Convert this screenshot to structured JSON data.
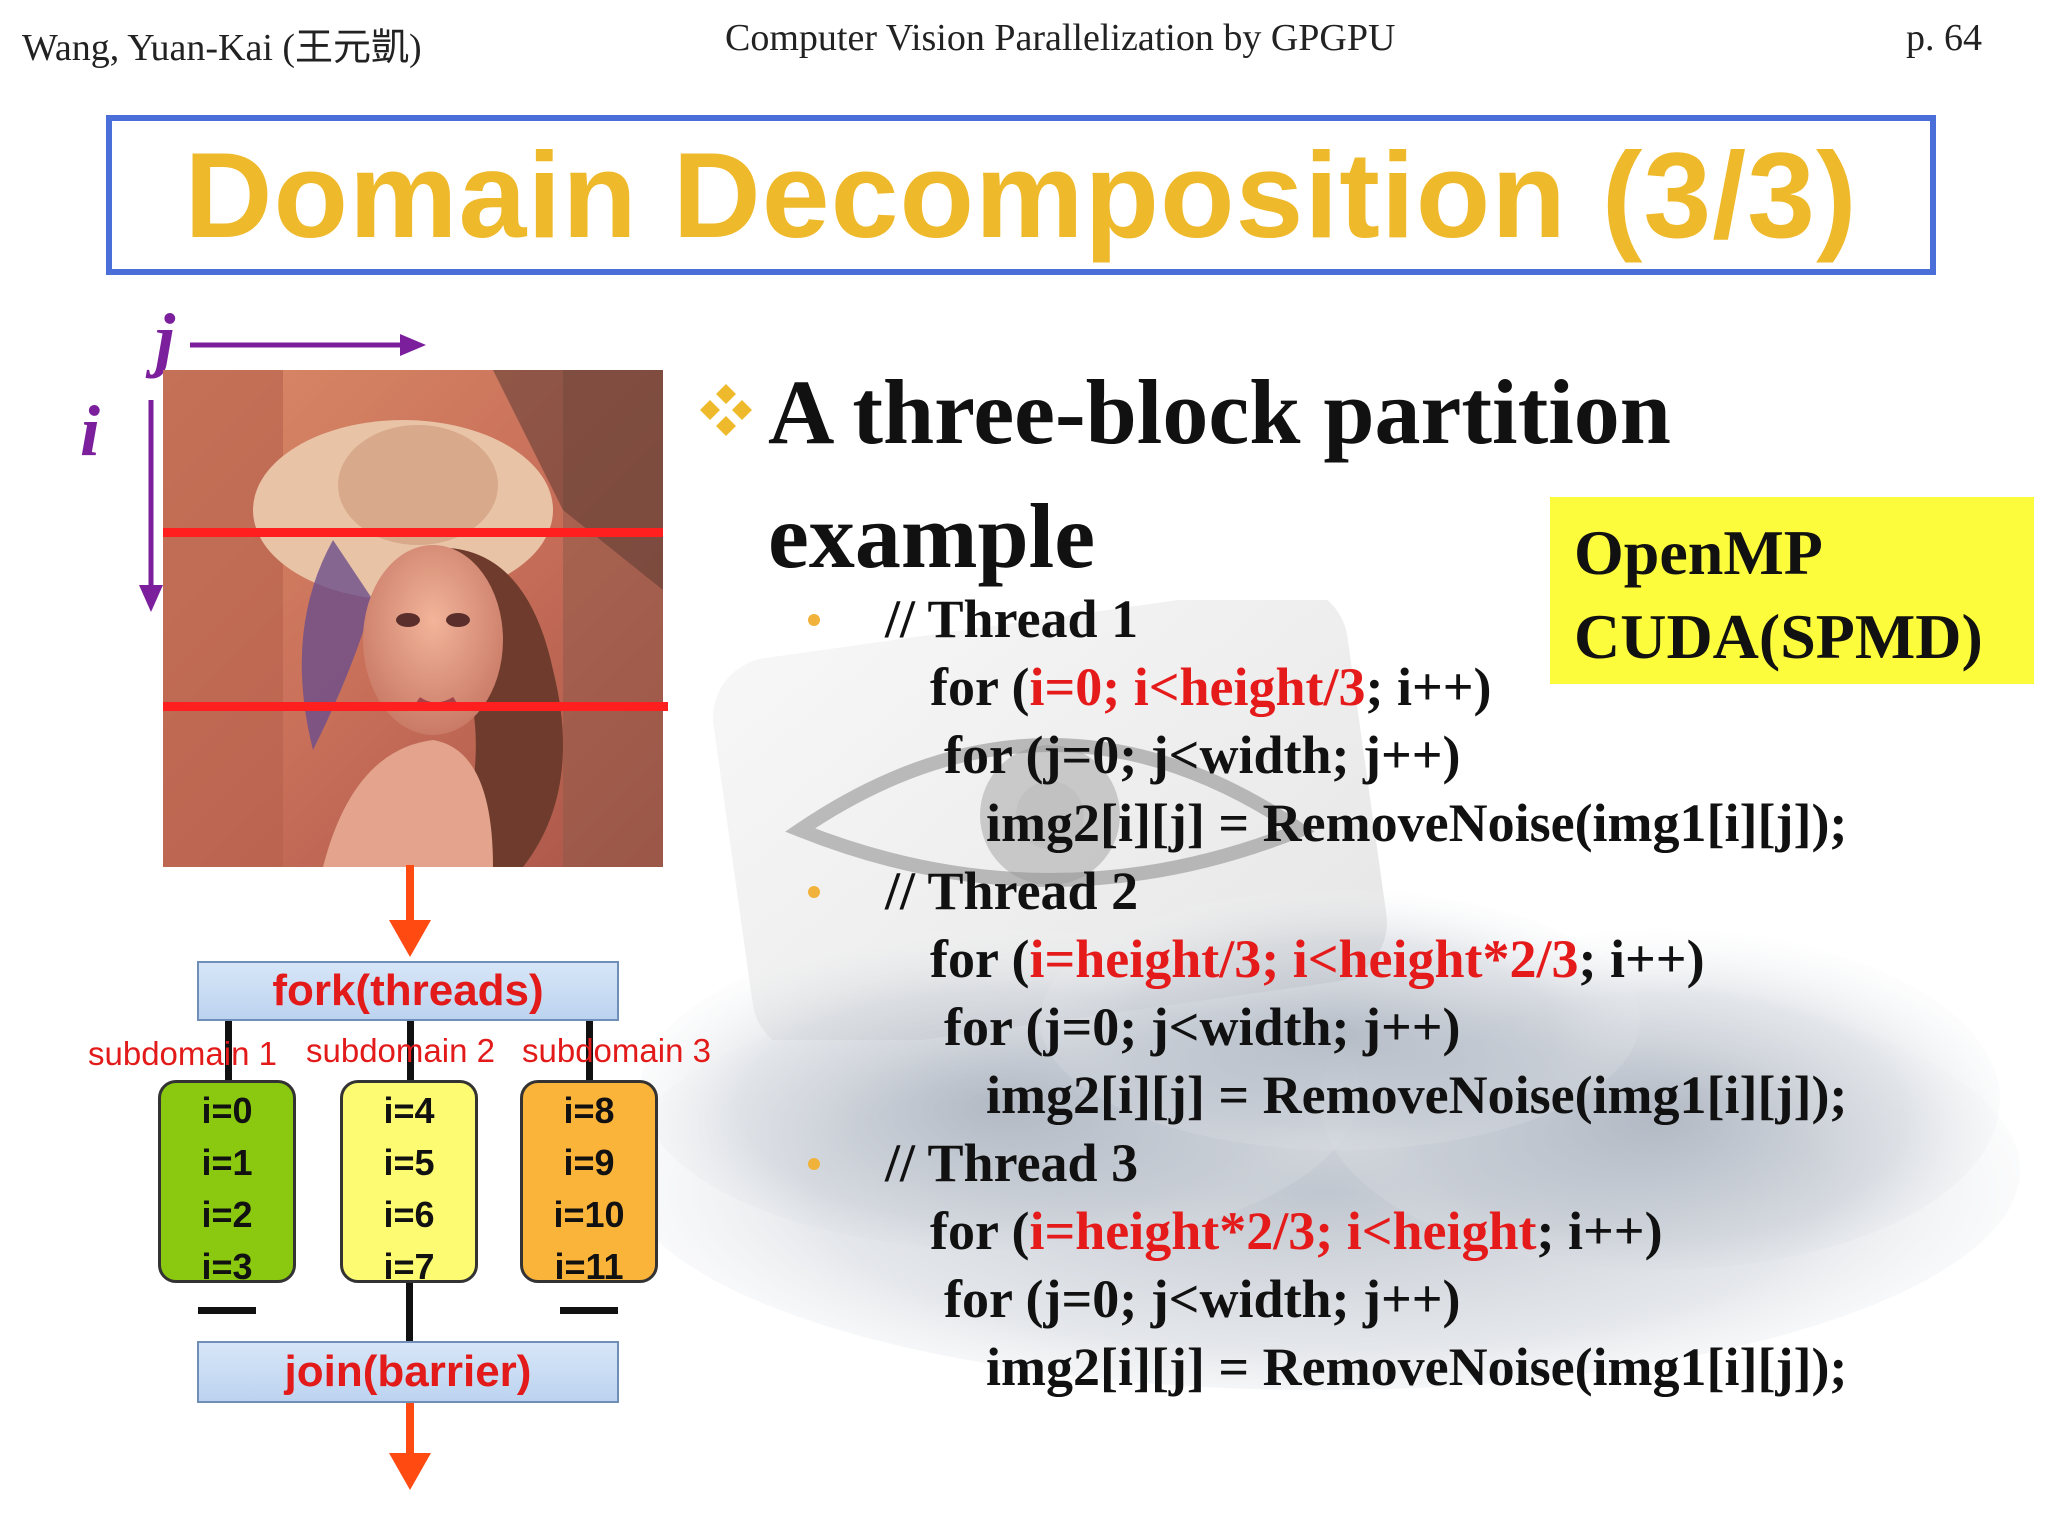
{
  "header": {
    "author": "Wang, Yuan-Kai (王元凱)",
    "course": "Computer Vision Parallelization by GPGPU",
    "page": "p. 64"
  },
  "title": "Domain Decomposition (3/3)",
  "axes": {
    "j": "j",
    "i": "i"
  },
  "diagram": {
    "fork_label": "fork(threads)",
    "join_label": "join(barrier)",
    "subdomains": [
      "subdomain 1",
      "subdomain 2",
      "subdomain 3"
    ],
    "blocks": [
      {
        "rows": [
          "i=0",
          "i=1",
          "i=2",
          "i=3"
        ],
        "color": "#8ac90f"
      },
      {
        "rows": [
          "i=4",
          "i=5",
          "i=6",
          "i=7"
        ],
        "color": "#fdfb72"
      },
      {
        "rows": [
          "i=8",
          "i=9",
          "i=10",
          "i=11"
        ],
        "color": "#fbb43a"
      }
    ]
  },
  "bullet": {
    "line1": "A three-block partition",
    "line2": "example"
  },
  "badge": {
    "line1": "OpenMP",
    "line2": "CUDA(SPMD)"
  },
  "threads": [
    {
      "comment": "// Thread 1",
      "for_pre": "for (",
      "for_red": "i=0; i<height/3",
      "for_post": "; i++)",
      "inner_for": "for (j=0; j<width; j++)",
      "stmt": "img2[i][j] = RemoveNoise(img1[i][j]);"
    },
    {
      "comment": "// Thread 2",
      "for_pre": "for (",
      "for_red": "i=height/3; i<height*2/3",
      "for_post": "; i++)",
      "inner_for": "for (j=0; j<width; j++)",
      "stmt": "img2[i][j] = RemoveNoise(img1[i][j]);"
    },
    {
      "comment": "// Thread 3",
      "for_pre": "for (",
      "for_red": "i=height*2/3; i<height",
      "for_post": "; i++)",
      "inner_for": "for (j=0; j<width; j++)",
      "stmt": "img2[i][j] = RemoveNoise(img1[i][j]);"
    }
  ],
  "colors": {
    "title": "#efb92c",
    "title_border": "#4a6fd8",
    "axis": "#7b1f9c",
    "highlight": "#e51b1b",
    "arrow": "#ff4a12",
    "badge": "#fdfc3c"
  }
}
